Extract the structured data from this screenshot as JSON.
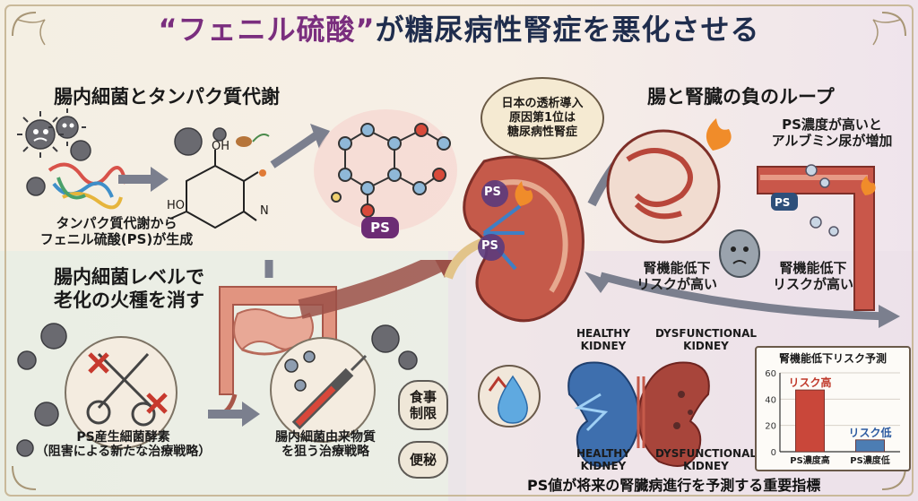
{
  "title": {
    "quoted": "“フェニル硫酸”",
    "rest": "が糖尿病性腎症を悪化させる"
  },
  "top_left": {
    "heading": "腸内細菌とタンパク質代謝",
    "caption": "タンパク質代謝から\nフェニル硫酸(PS)が生成",
    "chem_labels": [
      "OH",
      "HO",
      "N"
    ],
    "ps_badge": "PS"
  },
  "bottom_left": {
    "heading": "腸内細菌レベルで\n老化の火種を消す",
    "enzyme_caption": "PS産生細菌酵素\n（阻害による新たな治療戦略）",
    "metabolite_caption": "腸内細菌由来物質\nを狙う治療戦略",
    "diet_pill": "食事\n制限",
    "constipation_pill": "便秘"
  },
  "center": {
    "bubble": "日本の透析導入\n原因第1位は\n糖尿病性腎症",
    "kidney_ps_labels": [
      "PS",
      "PS"
    ]
  },
  "top_right": {
    "heading": "腸と腎臓の負のループ",
    "albumin_note": "PS濃度が高いと\nアルブミン尿が増加",
    "vessel_ps": "PS",
    "risk_left": "腎機能低下\nリスクが高い",
    "risk_right": "腎機能低下\nリスクが高い"
  },
  "bottom_right": {
    "healthy_top": "HEALTHY\nKIDNEY",
    "dysfunctional_top": "DYSFUNCTIONAL\nKIDNEY",
    "healthy_bottom": "HEALTHY\nKIDNEY",
    "dysfunctional_bottom": "DYSFUNCTIONAL\nKIDNEY",
    "footer": "PS値が将来の腎臓病進行を予測する重要指標"
  },
  "chart_data": {
    "type": "bar",
    "title": "腎機能低下リスク予測",
    "categories": [
      "PS濃度高",
      "PS濃度低"
    ],
    "values": [
      47,
      9
    ],
    "bar_labels": [
      "リスク高",
      "リスク低"
    ],
    "ylim": [
      0,
      60
    ],
    "yticks": [
      0,
      20,
      40,
      60
    ],
    "colors": [
      "#c9473a",
      "#4c7db3"
    ],
    "label_colors": [
      "#c0392b",
      "#2c5aa0"
    ],
    "grid": true
  },
  "colors": {
    "title_quote": "#7a2e7e",
    "title_main": "#1f2d4d",
    "ps_badge": "#6c2c74",
    "arrow": "#7b7f8e",
    "kidney": "#c55a4a",
    "intestine": "#d9826f",
    "vessel": "#b8463a"
  },
  "icons": [
    "bacteria-icon",
    "protein-icon",
    "molecule-icon",
    "scissors-icon",
    "syringe-icon",
    "kidney-icon",
    "intestine-icon",
    "flame-icon",
    "water-drop-icon"
  ]
}
